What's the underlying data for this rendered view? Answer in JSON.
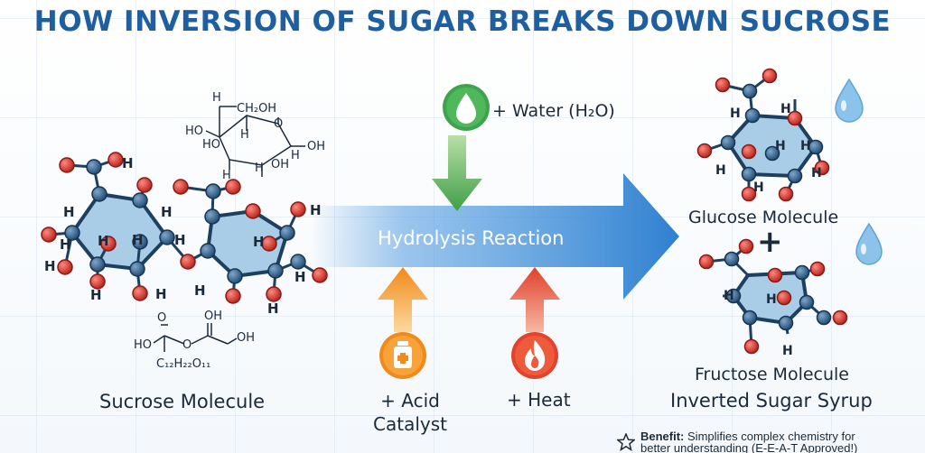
{
  "title": "HOW INVERSION OF SUGAR BREAKS DOWN SUCROSE",
  "labels": {
    "sucrose": "Sucrose Molecule",
    "water": "+ Water (H₂O)",
    "reaction": "Hydrolysis Reaction",
    "acid_line1": "+ Acid",
    "acid_line2": "Catalyst",
    "heat": "+ Heat",
    "glucose": "Glucose Molecule",
    "plus": "+",
    "fructose": "Fructose Molecule",
    "syrup": "Inverted Sugar Syrup"
  },
  "benefit": {
    "bold": "Benefit:",
    "text": "Simplifies complex chemistry for better understanding (E-E-A-T Approved!)"
  },
  "structure_text": {
    "ch2oh": "CH₂OH",
    "formula": "C₁₂H₂₂O₁₁",
    "h": "H",
    "ho": "HO",
    "oh": "OH",
    "o": "O"
  },
  "colors": {
    "title": "#1f5fa0",
    "carbon": "#2b5680",
    "oxygen": "#d1332b",
    "ring_fill": "#a9cde6",
    "main_arrow": "#3d8fd8",
    "water_arrow": "#3fa34d",
    "acid_arrow": "#f08a1c",
    "heat_arrow": "#e2432c",
    "droplet": "#8cc3ea"
  },
  "icons": [
    "water-drop-icon",
    "medicine-bottle-icon",
    "flame-icon",
    "star-icon"
  ]
}
